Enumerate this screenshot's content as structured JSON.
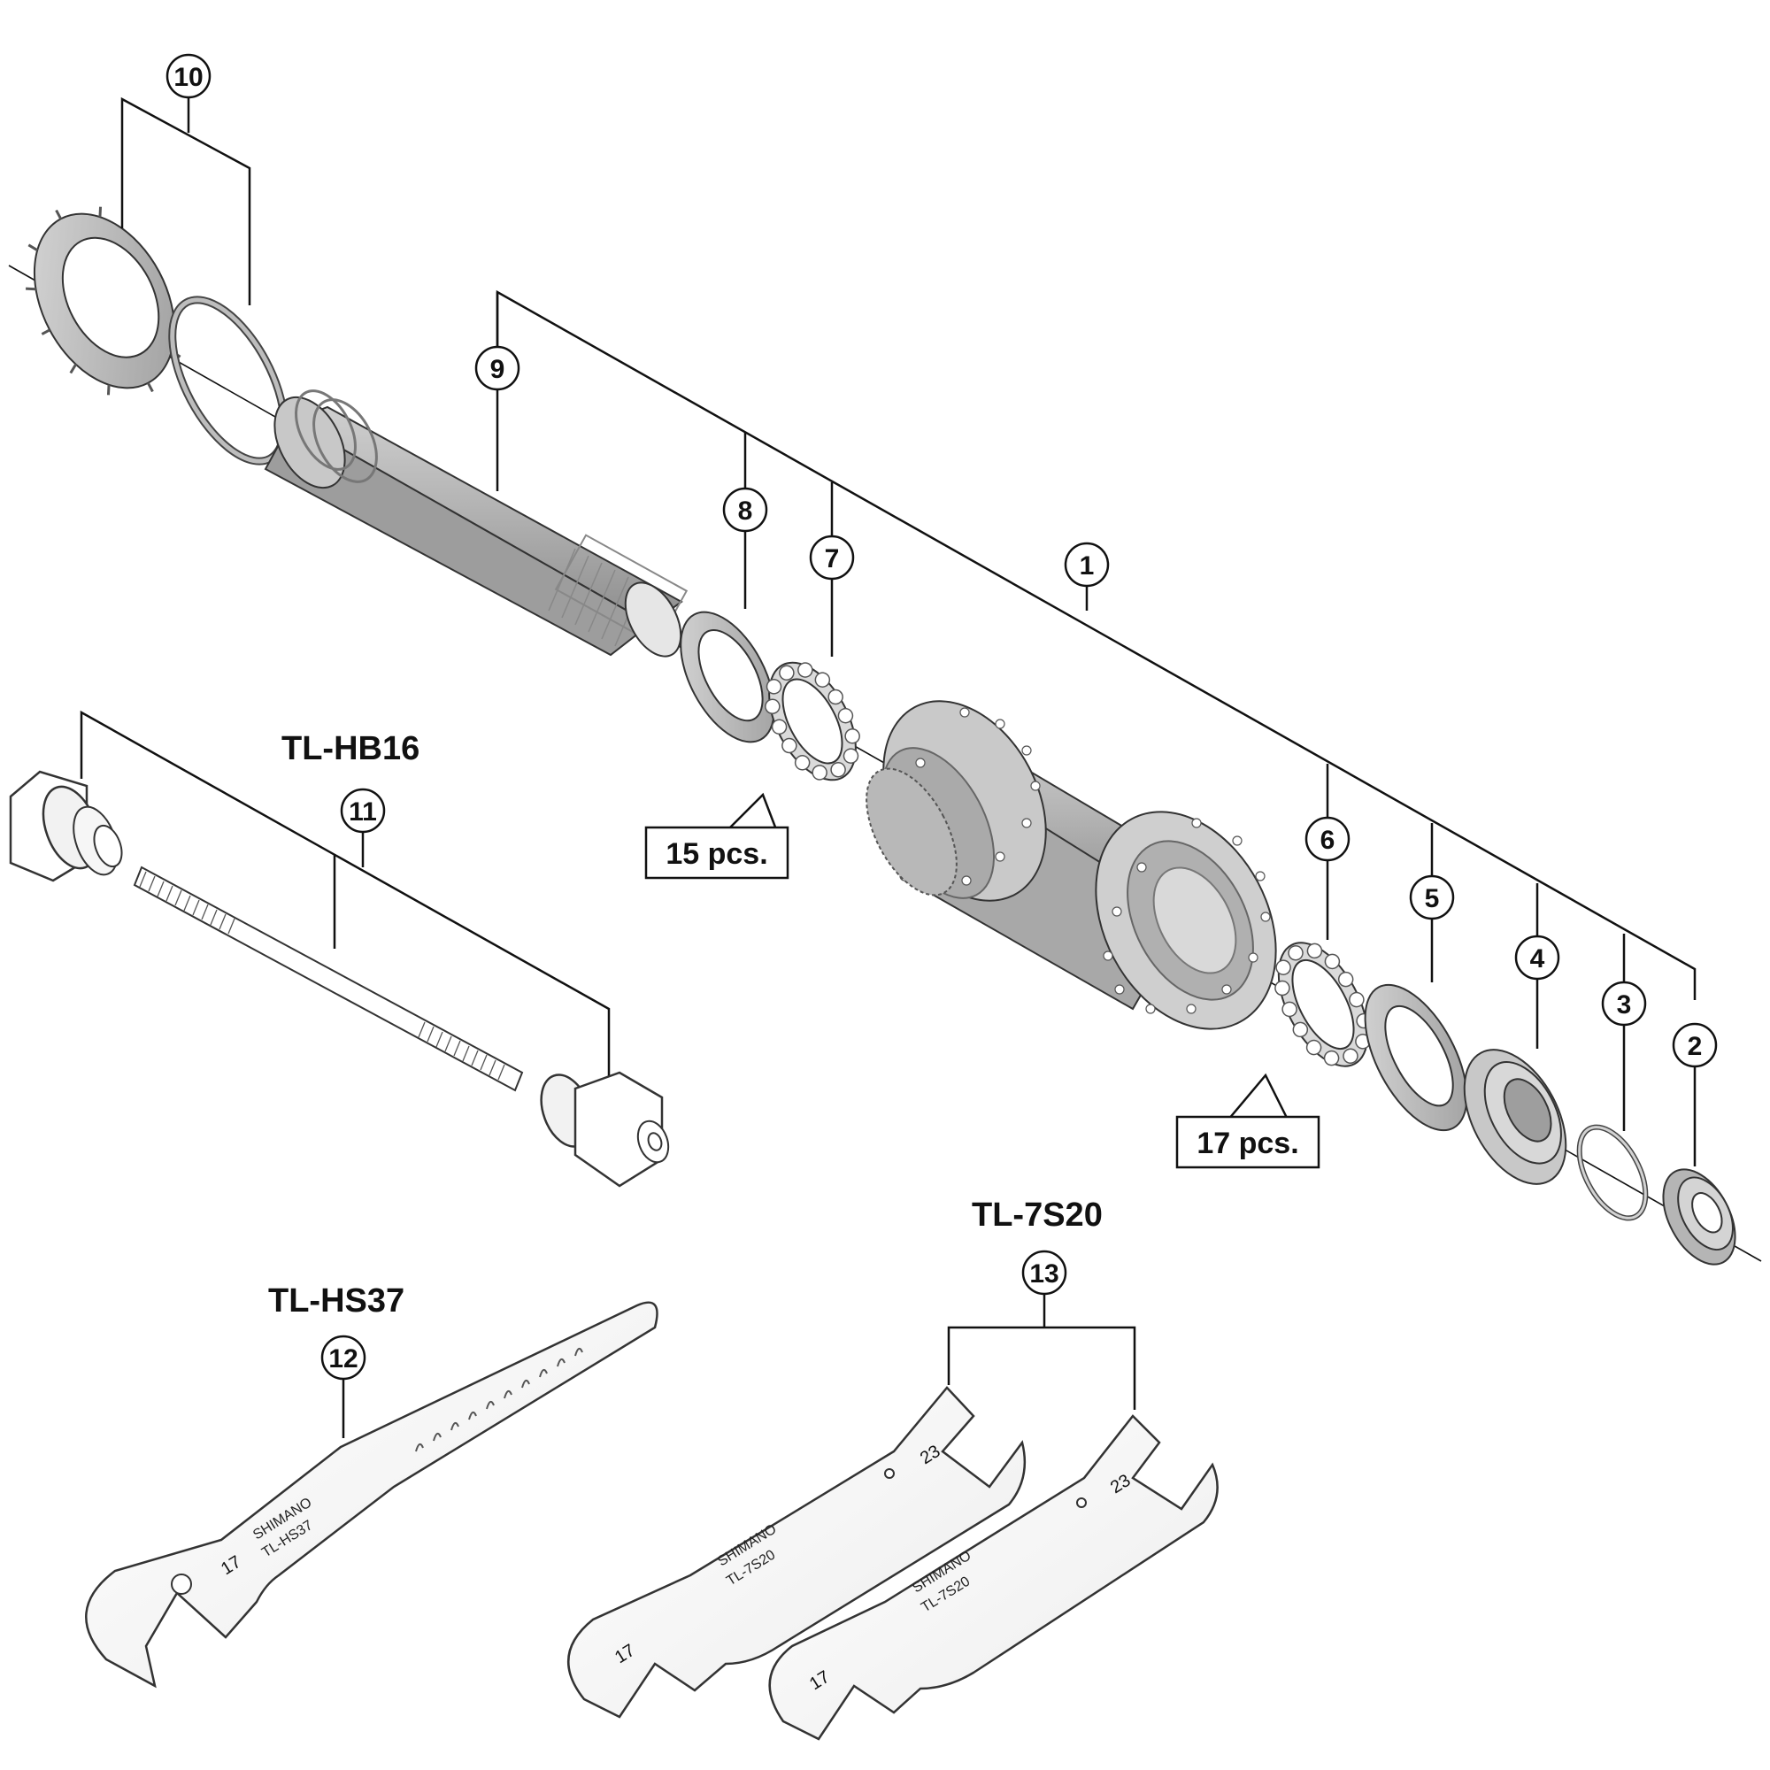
{
  "callouts": {
    "c1": "1",
    "c2": "2",
    "c3": "3",
    "c4": "4",
    "c5": "5",
    "c6": "6",
    "c7": "7",
    "c8": "8",
    "c9": "9",
    "c10": "10",
    "c11": "11",
    "c12": "12",
    "c13": "13"
  },
  "tools": {
    "tl_hb16": "TL-HB16",
    "tl_hs37": "TL-HS37",
    "tl_7s20": "TL-7S20"
  },
  "quantities": {
    "bearing_left": "15 pcs.",
    "bearing_right": "17 pcs."
  },
  "wrench_text": {
    "hs37_brand": "SHIMANO",
    "hs37_model": "TL-HS37",
    "hs37_size": "17",
    "s20a_brand": "SHIMANO",
    "s20a_model": "TL-7S20",
    "s20a_size_small": "17",
    "s20a_size_large": "23",
    "s20b_brand": "SHIMANO",
    "s20b_model": "TL-7S20",
    "s20b_size_small": "17",
    "s20b_size_large": "23"
  },
  "colors": {
    "part_fill": "#bdbdbd",
    "part_dark": "#9a9a9a",
    "part_light": "#d9d9d9",
    "line": "#111111"
  }
}
